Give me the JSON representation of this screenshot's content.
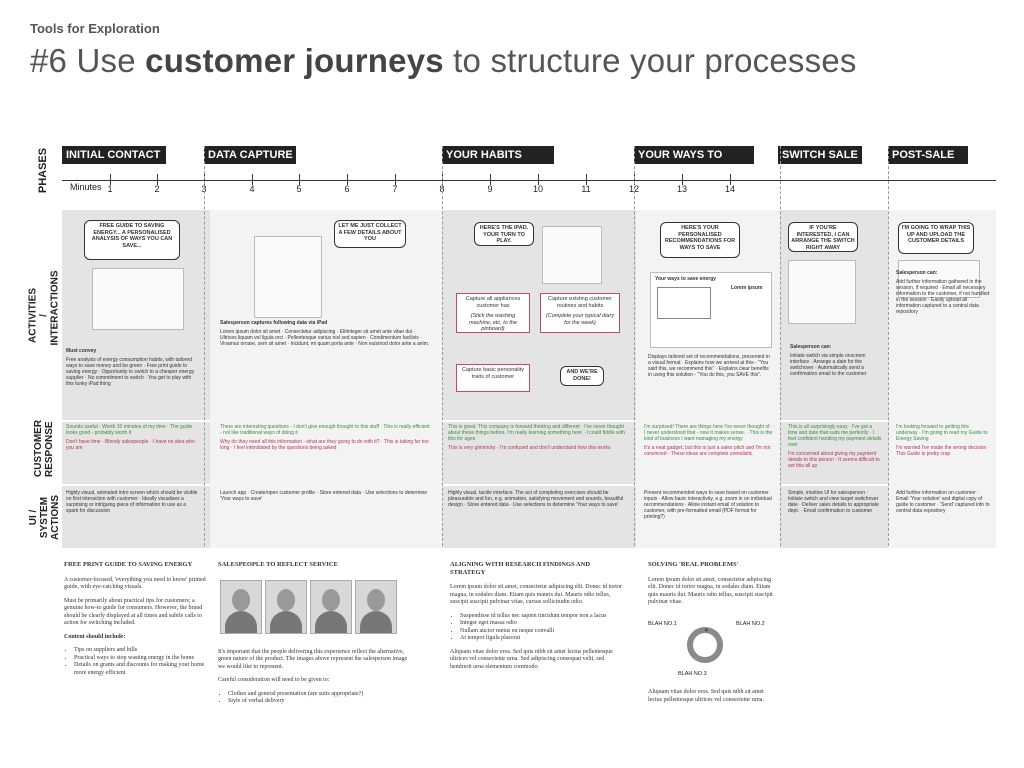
{
  "header": {
    "kicker": "Tools for Exploration",
    "title_pre": "#6 Use ",
    "title_bold": "customer journeys",
    "title_post": " to structure your processes"
  },
  "map": {
    "row_labels": {
      "phases": "PHASES",
      "activities": "ACTIVITIES / INTERACTIONS",
      "response": "CUSTOMER RESPONSE",
      "system": "UI / SYSTEM ACTIONS"
    },
    "minutes_label": "Minutes",
    "ticks": [
      "1",
      "2",
      "3",
      "4",
      "5",
      "6",
      "7",
      "8",
      "9",
      "10",
      "11",
      "12",
      "13",
      "14"
    ],
    "phases": [
      "INITIAL CONTACT",
      "DATA CAPTURE",
      "YOUR HABITS",
      "YOUR WAYS TO SAVE",
      "SWITCH SALE",
      "POST-SALE"
    ],
    "bubbles": {
      "b1": "Free guide to saving energy... a personalised analysis of ways you can save...",
      "b2": "Let me just collect a few details about you",
      "b3": "Here's the iPad. Your turn to play.",
      "b4": "Here's your personalised recommendations for ways to save",
      "b5": "If you're interested, I can arrange the switch right away",
      "b6": "I'm going to wrap this up and upload the customer details",
      "b7": "And we're done!"
    },
    "boxes": {
      "x1": "Capture all appliances customer has",
      "x2": "(Stick the washing machine, etc, to the pinboard)",
      "x3": "Capture existing customer routines and habits",
      "x4": "(Complete your typical diary for the week)",
      "x5": "Capture basic personality traits of customer"
    },
    "activities": {
      "c1_head": "Must convey",
      "c1": "Free analysis of energy consumption habits, with tailored ways to save money and be green · Free print guide to saving energy · Opportunity to switch to a cheaper energy supplier · No commitment to switch · You get to play with this funky iPad thing",
      "c2_head": "Salesperson captures following data via iPad",
      "c2": "Lorem ipsum dolor sit amet · Consectetur adipiscing · Elitinteger sit amet ante vitae dui · Ultrices liquam vel ligula orci · Pellentesque varius nisl sed sapien · Condimentum facilisis · Vivamus ornare, sem sit amet · Incidunt, mi quam porta ante · Non euismod dolor ante a anim.",
      "c4": "Displays tailored set of recommendations, presented in a visual format · Explains how we arrived at this - \"You said this, we recommend this\" · Explains clear benefits in using this solution - \"You do this, you SAVE this\".",
      "c4_card_title": "Your ways to save energy",
      "c4_card_side": "Lorem ipsum",
      "c5_head": "Salesperson can:",
      "c5": "Initiate switch via simple onscreen interface · Arrange a date for the switchover · Automatically send a confirmation email to the customer",
      "c6_head": "Salesperson can:",
      "c6": "Add further information gathered in the session, if required · Email all necessary information to the customer, if not handled in the session · Easily upload all information captured to a central data repository"
    },
    "response": {
      "c1_green": "Sounds useful · Worth 10 minutes of my time · The guide looks good - probably worth it",
      "c1_red": "Don't have time · Bloody salespeople · I have no idea who you are",
      "c2_green": "There are interesting questions - I don't give enough thought to this stuff · This is really efficient - not like traditional ways of doing it",
      "c2_red": "Why do they need all this information - what are they going to do with it? · This is taking far too long · I feel intimidated by the questions being asked",
      "c3_green": "This is great. This company is forward thinking and different · I've never thought about these things before, I'm really learning something here · I could fiddle with this for ages",
      "c3_red": "This is very gimmicky · I'm confused and don't understand how this works",
      "c4_green": "I'm surprised! There are things here I've never thought of. · I never understood that - now it makes sense. · This is the kind of business I want managing my energy",
      "c4_red": "It's a neat gadget, but this is just a sales pitch and I'm not convinced · These ideas are complete unrealistic",
      "c5_green": "This is all surprisingly easy · I've got a time and date that suits me perfectly · I feel confident handing my payment details over",
      "c5_red": "I'm concerned about giving my payment details to this person · It seems difficult to set this all up",
      "c6_green": "I'm looking forward to getting this underway · I'm going to read my Guide to Energy Saving",
      "c6_red": "I'm worried I've made the wrong decision · This Guide is pretty crap"
    },
    "system": {
      "c1": "Highly visual, animated intro screen which should be visible on first interaction with customer · Ideally visualises a surprising or intriguing piece of information to use as a spark for discussion",
      "c2": "Launch app · Create/open customer profile · Store entered data · Use selections to determine 'Your ways to save'",
      "c3": "Highly visual, tactile interface. The act of completing exercises should be pleasurable and fun, e.g. animation, satisfying movement and sounds, beautiful design · Store entered data · Use selections to determine 'Your ways to save'",
      "c4": "Present recommended ways to save based on customer inputs · Allow basic interactivity, e.g. zoom in on individual recommendations · Allow instant email of solution to customer, with pre-formatted email (PDF format for printing?)",
      "c5": "Simple, intuitive UI for salesperson · Initiate switch and view target switchover date · Deliver sales details to appropriate dept. · Email confirmation to customer",
      "c6": "Add further information on customer · Email 'Your solution' and digital copy of guide to customer · 'Send' captured info to central data repository"
    }
  },
  "notes": {
    "n1": {
      "title": "FREE PRINT GUIDE TO SAVING ENERGY",
      "p1": "A customer-focused, 'everything you need to know' printed guide, with eye-catching visuals.",
      "p2": "Must be primarily about practical tips for customers; a genuine how-to guide for consumers. However, the brand should be clearly displayed at all times and subtle calls to action for switching included.",
      "p3": "Content should include:",
      "items": [
        "Tips on suppliers and bills",
        "Practical ways to stop wasting energy in the home",
        "Details on grants and discounts for making your home more energy efficient"
      ]
    },
    "n2": {
      "title": "SALESPEOPLE TO REFLECT SERVICE",
      "p1": "It's important that the people delivering this experience reflect the alternative, green nature of the product. The images above represent the salesperson image we would like to represent.",
      "p2": "Careful consideration will need to be given to:",
      "items": [
        "Clothes and general presentation (are suits appropriate?)",
        "Style of verbal delivery"
      ]
    },
    "n3": {
      "title": "ALIGNING WITH RESEARCH FINDINGS AND STRATEGY",
      "p1": "Lorem ipsum dolor sit amet, consectetur adipiscing elit. Donec id tortor magna, in sodales diam. Etiam quis mauris dui. Mauris odio tellus, suscipit suscipit pulvinar vitae, cursus sollicitudin odio.",
      "items": [
        "Suspendisse id tellus nec sapien tincidunt tempor non a lacus",
        "Integer eget massa odio",
        "Nullam auctor metus eu neque convalli",
        "At tempor ligula placerat"
      ],
      "p2": "Aliquam vitae dolor eros. Sed quis nibh sit amet lectus pellentesque ultrices vel consectetur urna. Sed adipiscing consequat velit, sed hendrerit urna elementum commodo."
    },
    "n4": {
      "title": "SOLVING 'REAL PROBLEMS'",
      "p1": "Lorem ipsum dolor sit amet, consectetur adipiscing elit. Donec id tortor magna, in sodales diam. Etiam quis mauris dui. Mauris odio tellus, suscipit suscipit pulvinar vitae.",
      "labels": [
        "BLAH NO.1",
        "BLAH NO.2",
        "BLAH NO.3"
      ],
      "p2": "Aliquam vitae dolor eros. Sed quis nibh sit amet lectus pellentesque ultrices vel consectetur urna."
    }
  }
}
